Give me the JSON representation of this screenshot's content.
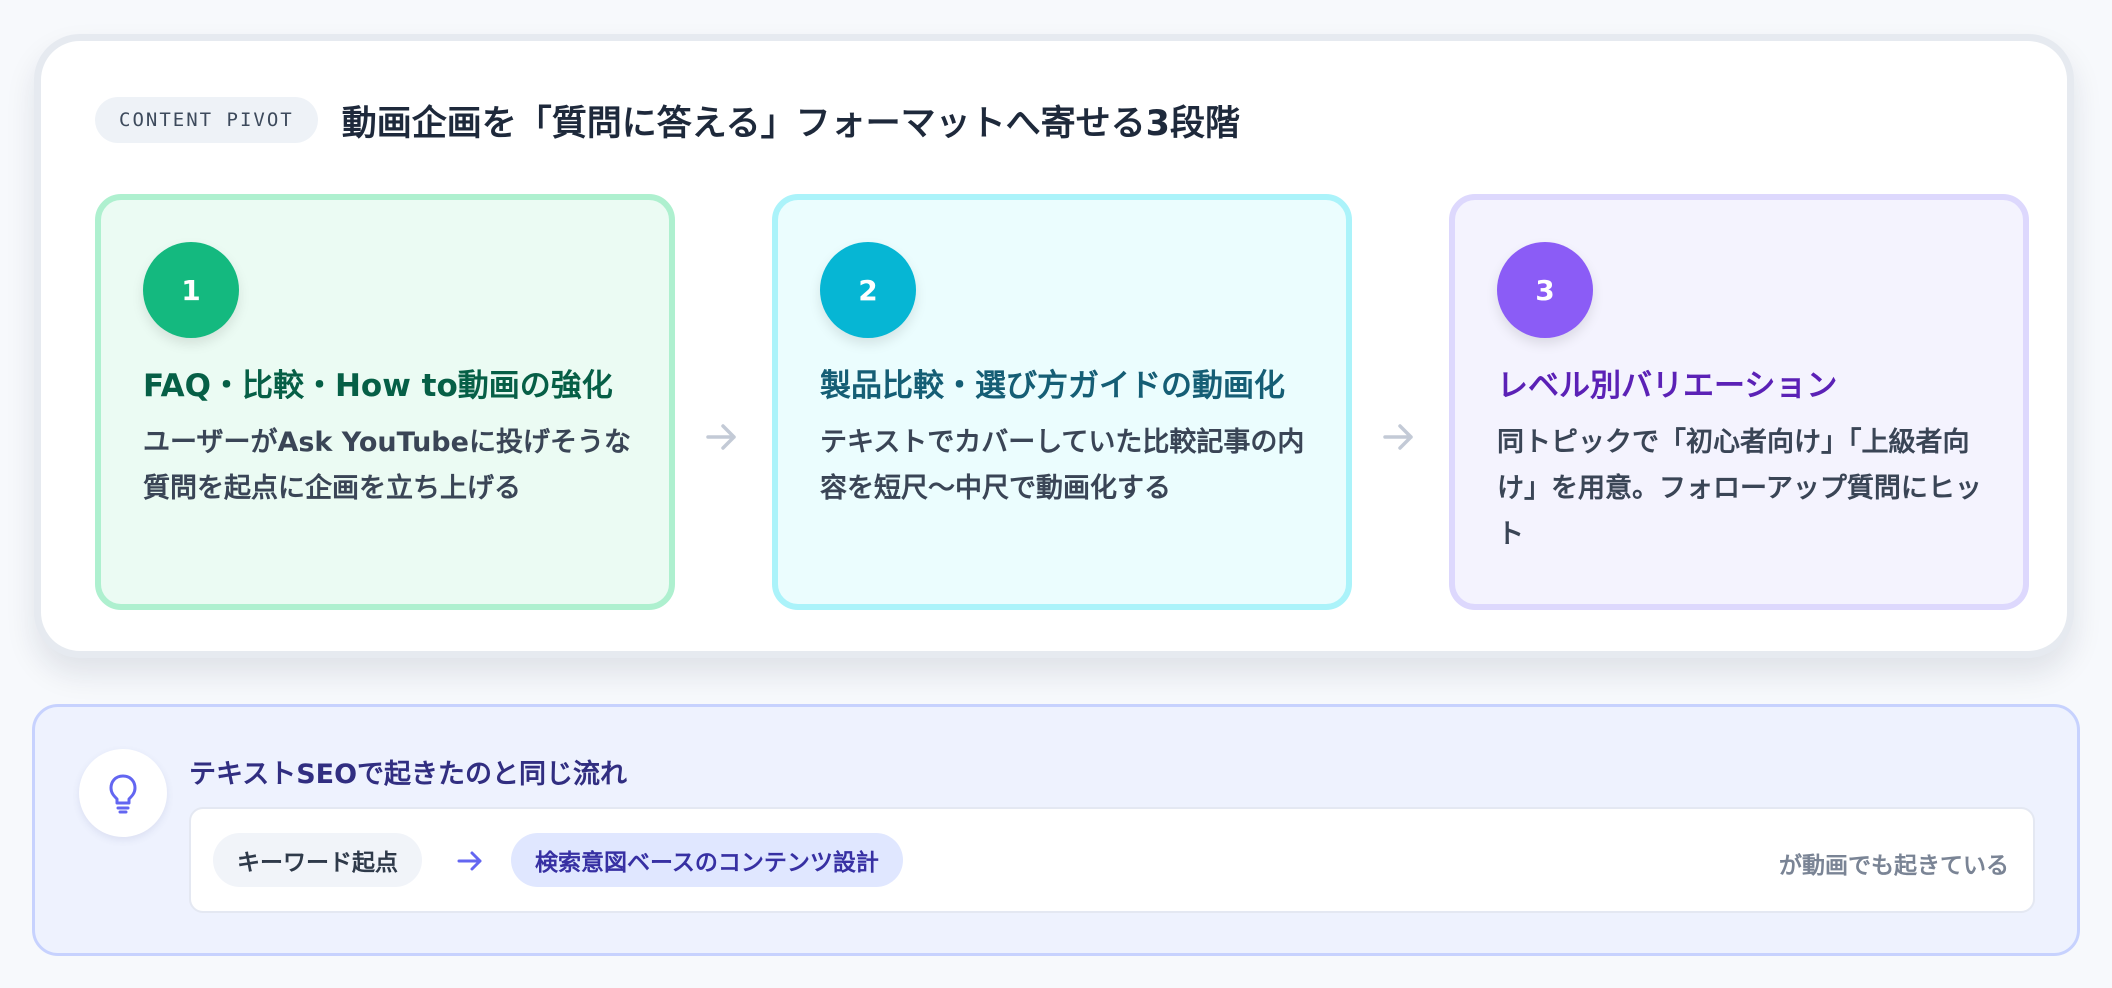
{
  "header": {
    "tag": "CONTENT PIVOT",
    "title": "動画企画を「質問に答える」フォーマットへ寄せる3段階"
  },
  "steps": [
    {
      "number": "1",
      "title": "FAQ・比較・How to動画の強化",
      "description": "ユーザーがAsk YouTubeに投げそうな質問を起点に企画を立ち上げる",
      "accent": "#14b97f"
    },
    {
      "number": "2",
      "title": "製品比較・選び方ガイドの動画化",
      "description": "テキストでカバーしていた比較記事の内容を短尺〜中尺で動画化する",
      "accent": "#06b6d4"
    },
    {
      "number": "3",
      "title": "レベル別バリエーション",
      "description": "同トピックで「初心者向け」「上級者向け」を用意。フォローアップ質問にヒット",
      "accent": "#8b5cf6"
    }
  ],
  "icons": {
    "step_arrow": "arrow-right-icon",
    "callout": "lightbulb-icon"
  },
  "callout": {
    "title": "テキストSEOで起きたのと同じ流れ",
    "from": "キーワード起点",
    "to": "検索意図ベースのコンテンツ設計",
    "suffix": "が動画でも起きている"
  }
}
